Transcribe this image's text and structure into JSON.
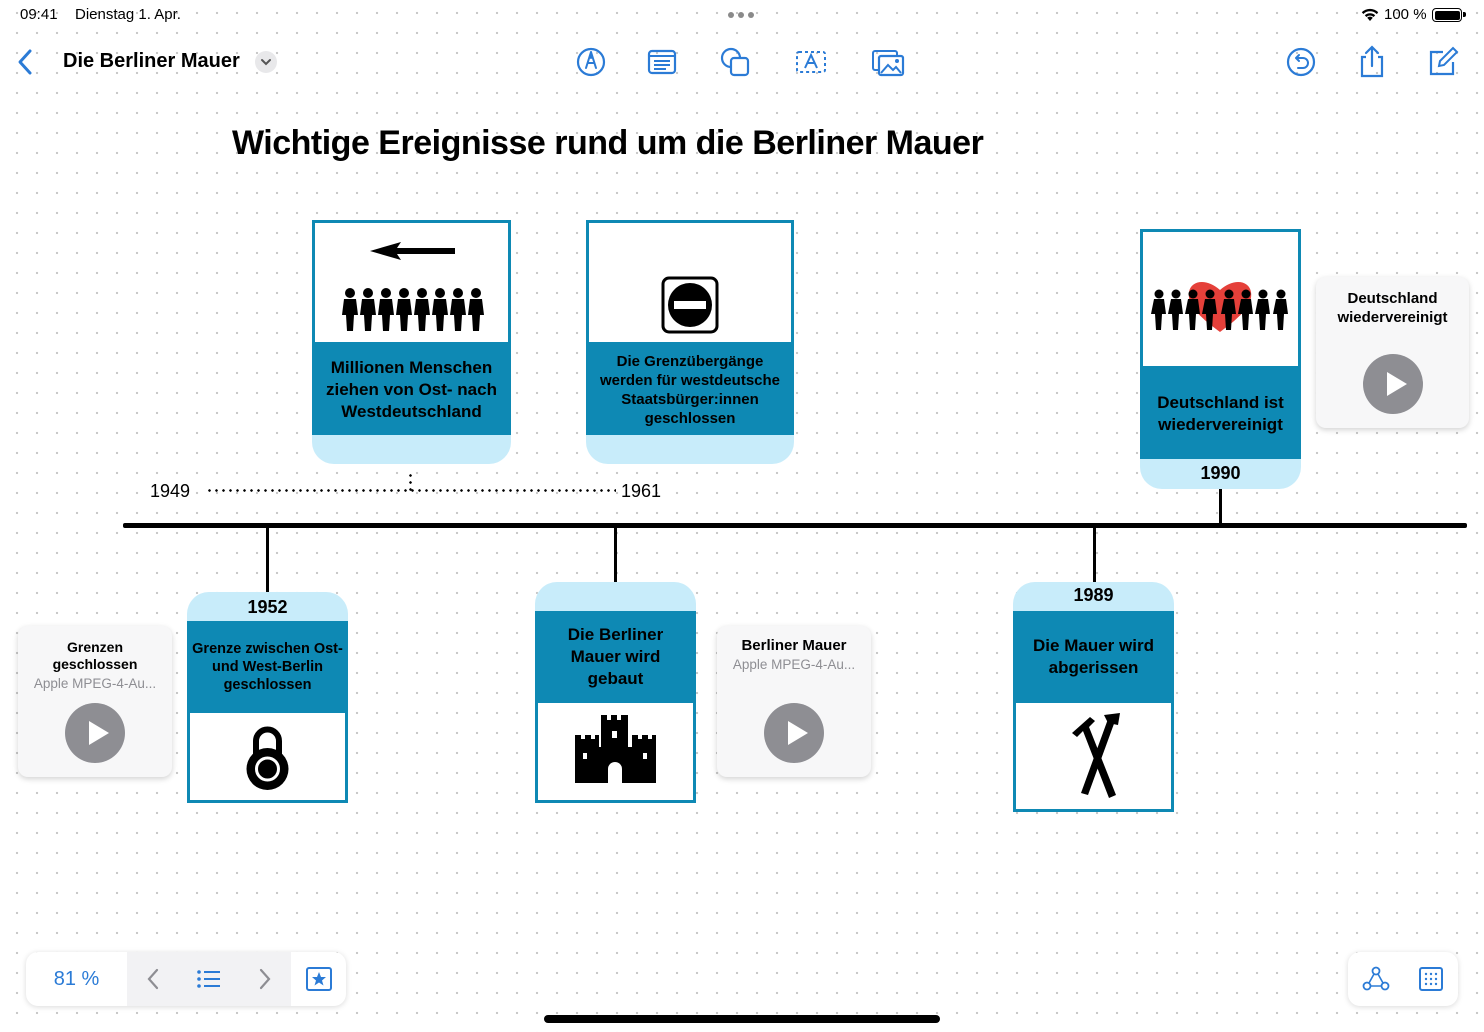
{
  "status_bar": {
    "time": "09:41",
    "date": "Dienstag 1. Apr.",
    "battery": "100 %"
  },
  "toolbar": {
    "title": "Die Berliner Mauer"
  },
  "canvas": {
    "title": "Wichtige Ereignisse rund um die Berliner Mauer",
    "timeline_labels": {
      "start": "1949",
      "end": "1961"
    },
    "cards": [
      {
        "id": "c1949",
        "text": "Millionen Menschen ziehen von Ost- nach Westdeutschland",
        "icon": "people-arrow-icon"
      },
      {
        "id": "c1961a",
        "text": "Die Grenzübergänge werden für westdeutsche Staatsbürger:innen geschlossen",
        "icon": "no-entry-icon"
      },
      {
        "id": "c1990",
        "year": "1990",
        "text": "Deutschland ist wiedervereinigt",
        "icon": "people-heart-icon"
      },
      {
        "id": "c1952",
        "year": "1952",
        "text": "Grenze zwischen Ost- und West-Berlin geschlossen",
        "icon": "lock-icon"
      },
      {
        "id": "c1961b",
        "text": "Die Berliner Mauer wird gebaut",
        "icon": "castle-icon"
      },
      {
        "id": "c1989",
        "year": "1989",
        "text": "Die Mauer wird abgerissen",
        "icon": "hammer-icon"
      }
    ],
    "media": [
      {
        "id": "m1",
        "title": "Deutschland wiedervereinigt",
        "subtitle": ""
      },
      {
        "id": "m2",
        "title": "Grenzen geschlossen",
        "subtitle": "Apple MPEG-4-Au..."
      },
      {
        "id": "m3",
        "title": "Berliner Mauer",
        "subtitle": "Apple MPEG-4-Au..."
      }
    ]
  },
  "bottom_bar": {
    "zoom": "81 %"
  },
  "colors": {
    "accent": "#0e89b4",
    "tab": "#c8ecfa",
    "ui_blue": "#2b7bd6"
  }
}
